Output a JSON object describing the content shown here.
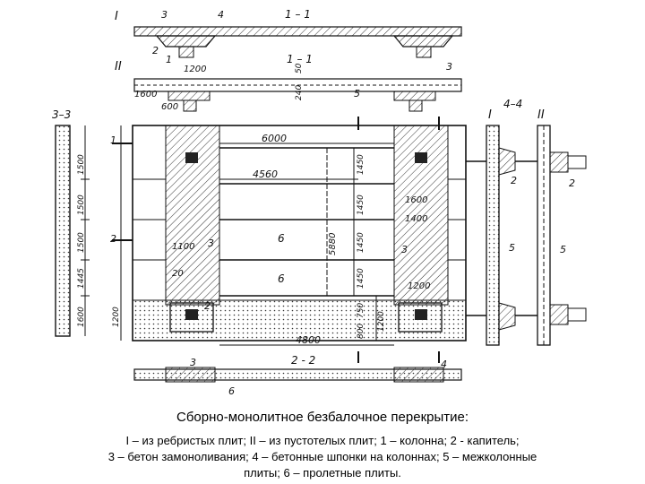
{
  "drawing": {
    "markers": {
      "roman_1": "I",
      "roman_2": "II",
      "section_1_1": "1 – 1",
      "section_1_1_b": "1 – 1",
      "section_2_2": "2 - 2",
      "section_3_3": "3–3",
      "section_4_4": "4–4",
      "col_I": "I",
      "col_II": "II"
    },
    "dims": {
      "d1200_top": "1200",
      "d1600": "1600",
      "d600": "600",
      "d50": "50",
      "d240": "240",
      "d6000": "6000",
      "d4560": "4560",
      "d4800": "4800",
      "d1600_b": "1600",
      "d1400": "1400",
      "d1200_r": "1200",
      "d1100": "1100",
      "d20": "20",
      "d5880": "5880",
      "d1450_a": "1450",
      "d1450_b": "1450",
      "d1450_c": "1450",
      "d1450_d": "1450",
      "d1500_a": "1500",
      "d1500_b": "1500",
      "d1500_c": "1500",
      "d1445": "1445",
      "d1600_left": "1600",
      "d1200_left": "1200",
      "d750": "750",
      "d800": "800",
      "d1200_v": "1200"
    },
    "callouts": {
      "c1": "1",
      "c2": "2",
      "c3": "3",
      "c4": "4",
      "c5": "5",
      "c6": "6",
      "c7": "6",
      "c8": "3",
      "c9": "3",
      "c10": "2",
      "c11": "1",
      "c12": "2",
      "c13": "3",
      "c14": "5",
      "c15": "2",
      "c16": "2",
      "c17": "5",
      "c18": "4",
      "c19": "3",
      "c20": "6"
    }
  },
  "caption": {
    "title": "Сборно-монолитное безбалочное перекрытие:",
    "line1": "I – из ребристых плит; II – из пустотелых плит; 1 – колонна; 2 - капитель;",
    "line2": "3 – бетон замоноливания; 4 – бетонные шпонки на колоннах; 5 – межколонные",
    "line3": "плиты; 6 – пролетные плиты."
  }
}
